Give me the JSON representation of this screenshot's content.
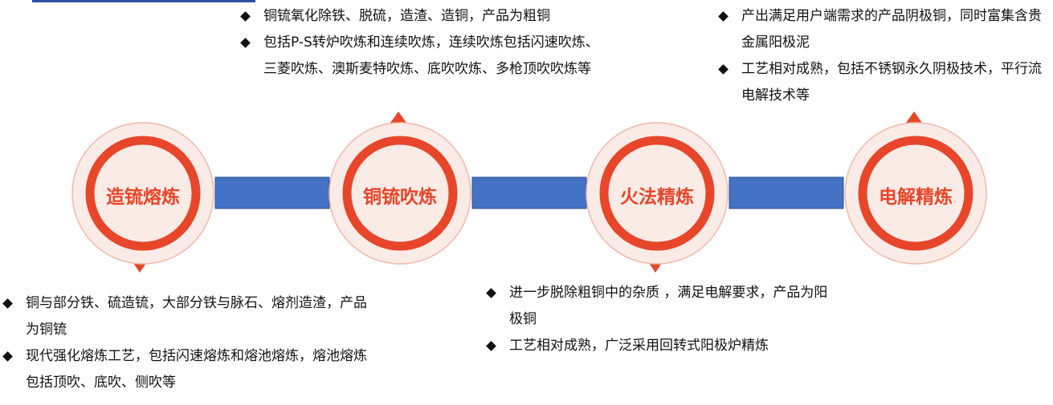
{
  "colors": {
    "accent": "#e8462a",
    "connector": "#4472c4",
    "halo": "#f9e7e2"
  },
  "stages": [
    {
      "label": "造锍熔炼",
      "bullets": [
        "铜与部分铁、硫造锍，大部分铁与脉石、熔剂造渣，产品为铜锍",
        "现代强化熔炼工艺，包括闪速熔炼和熔池熔炼，熔池熔炼包括顶吹、底吹、侧吹等"
      ]
    },
    {
      "label": "铜锍吹炼",
      "bullets": [
        "铜锍氧化除铁、脱硫，造渣、造铜，产品为粗铜",
        "包括P-S转炉吹炼和连续吹炼，连续吹炼包括闪速吹炼、三菱吹炼、澳斯麦特吹炼、底吹吹炼、多枪顶吹吹炼等"
      ]
    },
    {
      "label": "火法精炼",
      "bullets": [
        "进一步脱除粗铜中的杂质 ，满足电解要求，产品为阳极铜",
        "工艺相对成熟，广泛采用回转式阳极炉精炼"
      ]
    },
    {
      "label": "电解精炼",
      "bullets": [
        "产出满足用户端需求的产品阴极铜，同时富集含贵金属阳极泥",
        "工艺相对成熟，包括不锈钢永久阴极技术，平行流电解技术等"
      ]
    }
  ]
}
